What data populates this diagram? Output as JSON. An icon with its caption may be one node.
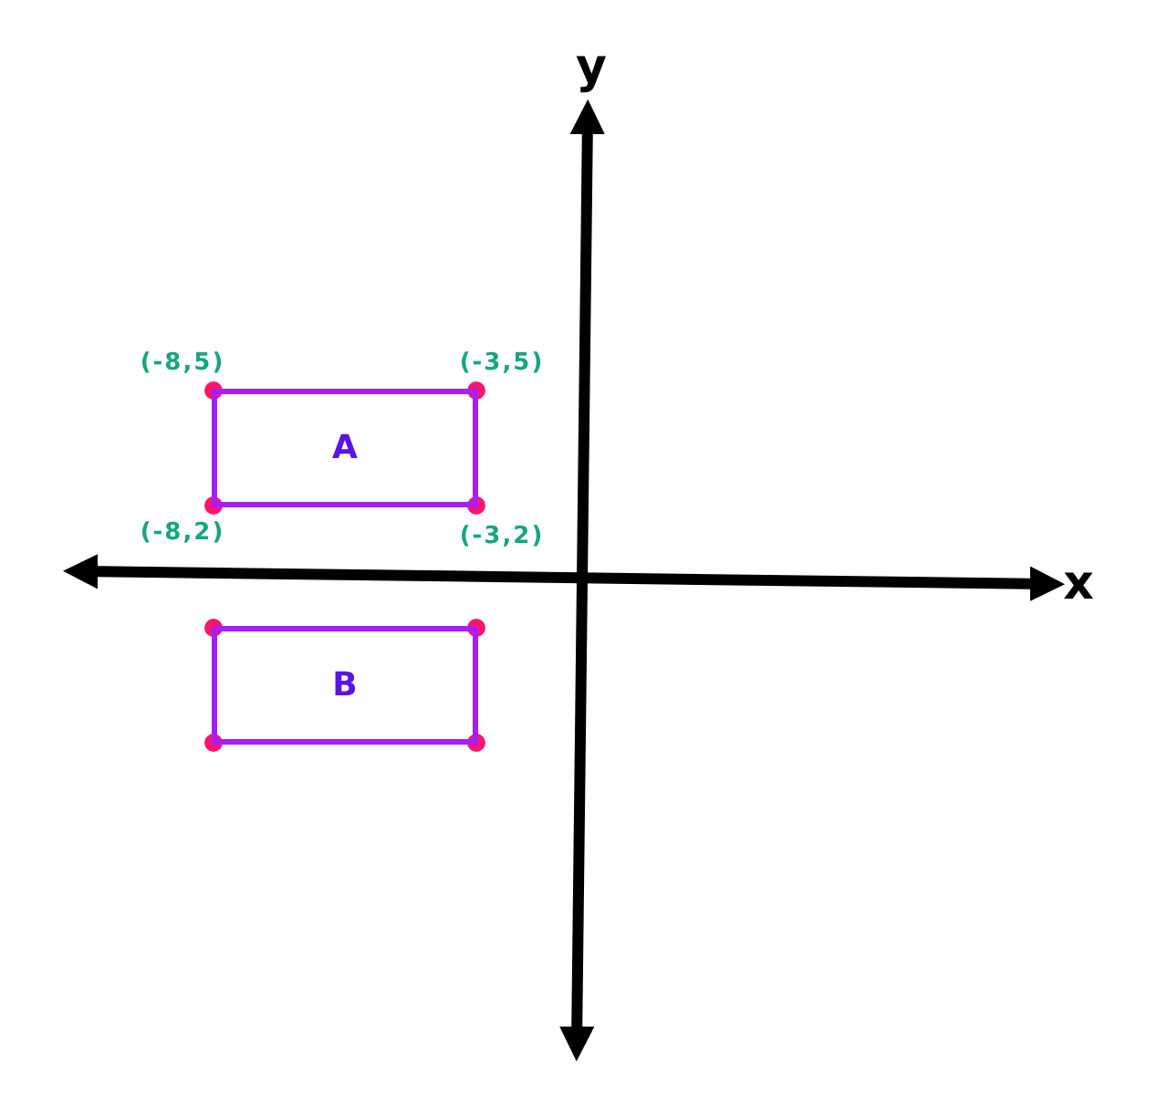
{
  "diagram": {
    "nodes": [
      {
        "text": [
          "A"
        ]
      },
      {
        "text": [
          "B"
        ]
      }
    ],
    "labels": [
      "y",
      "(-8,5)",
      "(-3,5)",
      "(-8,2)",
      "(-3,2)",
      "x"
    ]
  }
}
